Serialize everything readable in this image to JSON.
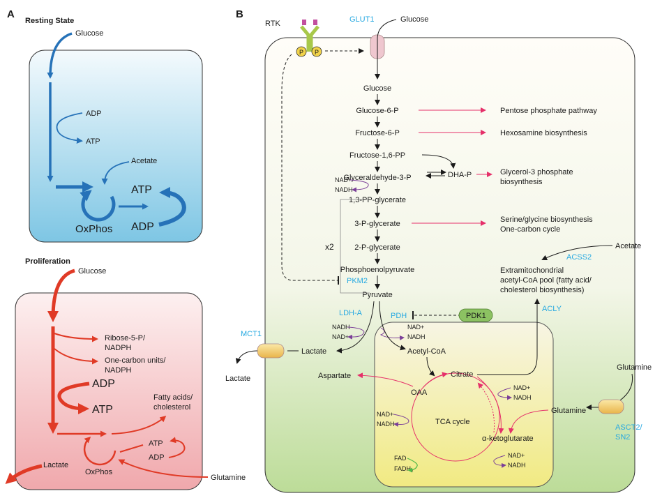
{
  "panelA": {
    "label": "A",
    "resting": {
      "title": "Resting State",
      "glucose": "Glucose",
      "adp_small": "ADP",
      "atp_small": "ATP",
      "acetate": "Acetate",
      "atp_big": "ATP",
      "adp_big": "ADP",
      "oxphos": "OxPhos"
    },
    "proliferation": {
      "title": "Proliferation",
      "glucose": "Glucose",
      "ribose1": "Ribose-5-P/",
      "ribose2": "NADPH",
      "onecarbon1": "One-carbon units/",
      "onecarbon2": "NADPH",
      "adp": "ADP",
      "atp": "ATP",
      "fatty1": "Fatty acids/",
      "fatty2": "cholesterol",
      "atp_small": "ATP",
      "adp_small": "ADP",
      "oxphos": "OxPhos",
      "lactate": "Lactate",
      "glutamine": "Glutamine"
    }
  },
  "panelB": {
    "label": "B",
    "rtk": "RTK",
    "p": "P",
    "glut1": "GLUT1",
    "glucose_out": "Glucose",
    "pathway": [
      "Glucose",
      "Glucose-6-P",
      "Fructose-6-P",
      "Fructose-1,6-PP",
      "Glyceraldehyde-3-P",
      "1,3-PP-glycerate",
      "3-P-glycerate",
      "2-P-glycerate",
      "Phosphoenolpyruvate",
      "Pyruvate"
    ],
    "dhap": "DHA-P",
    "side": {
      "ppp": "Pentose phosphate pathway",
      "hexosamine": "Hexosamine biosynthesis",
      "glycerol1": "Glycerol-3 phosphate",
      "glycerol2": "biosynthesis",
      "serine1": "Serine/glycine biosynthesis",
      "serine2": "One-carbon cycle"
    },
    "nad_plus": "NAD+",
    "nadh": "NADH",
    "x2": "x2",
    "pkm2": "PKM2",
    "acetate": "Acetate",
    "acss2": "ACSS2",
    "extramito1": "Extramitochondrial",
    "extramito2": "acetyl-CoA pool (fatty acid/",
    "extramito3": "cholesterol biosynthesis)",
    "acly": "ACLY",
    "ldha": "LDH-A",
    "pdh": "PDH",
    "pdk1": "PDK1",
    "mct1": "MCT1",
    "lactate_in": "Lactate",
    "lactate_out": "Lactate",
    "acetyl_coa": "Acetyl-CoA",
    "aspartate": "Aspartate",
    "citrate": "Citrate",
    "oaa": "OAA",
    "tca": "TCA cycle",
    "akg": "α-ketoglutarate",
    "glutamine_in": "Glutamine",
    "glutamine_out": "Glutamine",
    "asct2_1": "ASCT2/",
    "asct2_2": "SN2",
    "fad": "FAD",
    "fadh2": "FADH",
    "fadh2_sub": "2"
  },
  "colors": {
    "blue": "#2672b8",
    "red": "#e03a26",
    "pink": "#e5306a",
    "purple": "#7b3f98",
    "cyan": "#27a9e1",
    "green": "#4fb848"
  }
}
